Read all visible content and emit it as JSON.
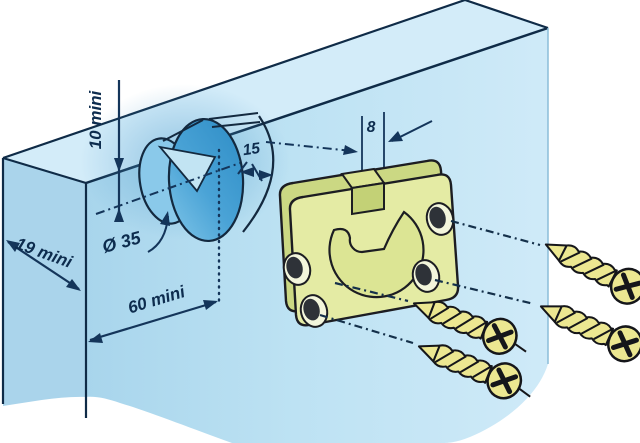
{
  "diagram": {
    "type": "furniture-assembly-drilling-diagram",
    "dimensions": {
      "top_edge_distance": "10 mini",
      "hole_depth": "15",
      "slot_width": "8",
      "hole_diameter": "Ø 35",
      "panel_thickness": "19 mini",
      "side_edge_distance": "60 mini"
    },
    "parts": {
      "screw_count": 4
    },
    "colors": {
      "panel_front_light": "#c9e8f7",
      "panel_top": "#d3ecf9",
      "panel_side": "#aad4eb",
      "hole_blue_dark": "#2e8dc6",
      "hole_floor_blue": "#8ac9ea",
      "wedge_blue": "#c2e4f3",
      "fitting_body": "#e4eba4",
      "fitting_back": "#cbd883",
      "fitting_slot": "#c3d176",
      "fitting_recess": "#dce594",
      "hole_ring": "#f3f6dc",
      "hole_dark": "#2e3238",
      "screw_yellow": "#ece791",
      "line_navy": "#14355a",
      "outline_dark": "#0f2b47"
    }
  }
}
